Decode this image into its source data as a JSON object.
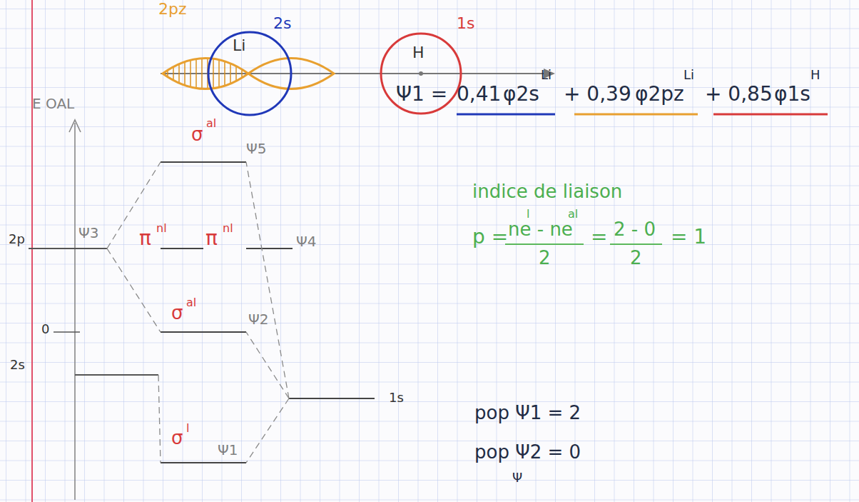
{
  "diagram": {
    "nodes": [
      {
        "text": [
          "Li"
        ]
      },
      {
        "text": [
          "H"
        ]
      }
    ],
    "labels": [
      "2pz",
      "2s",
      "1s",
      "E OAL",
      "σ",
      "al",
      "Ψ5",
      "Ψ3",
      "π",
      "nl",
      "π",
      "nl",
      "Ψ4",
      "2p",
      "σ",
      "al",
      "Ψ2",
      "0",
      "2s",
      "1s",
      "σ",
      "l",
      "Ψ1",
      "Ψ1 =",
      "0,41",
      "φ2s",
      "Li",
      "+ 0,39",
      "φ2pz",
      "Li",
      "+ 0,85",
      "φ1s",
      "H",
      "indice de liaison",
      "l",
      "al",
      "p =",
      "ne - ne",
      "2",
      "=",
      "2 - 0",
      "2",
      "= 1",
      "pop Ψ1 = 2",
      "pop Ψ2 = 0",
      "Ψ"
    ]
  }
}
